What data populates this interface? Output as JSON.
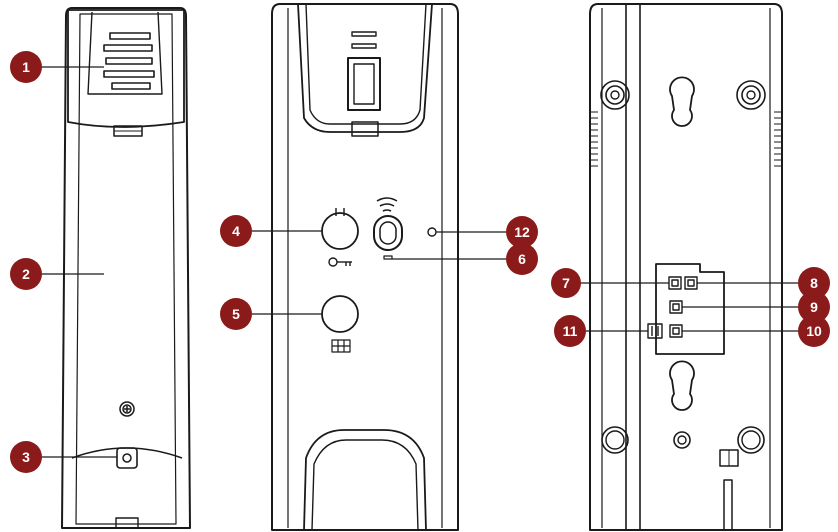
{
  "colors": {
    "callout_fill": "#8b1a1a",
    "callout_text": "#ffffff",
    "outline": "#1a1a1a",
    "background": "#ffffff"
  },
  "callouts": [
    {
      "id": "1",
      "label": "1"
    },
    {
      "id": "2",
      "label": "2"
    },
    {
      "id": "3",
      "label": "3"
    },
    {
      "id": "4",
      "label": "4"
    },
    {
      "id": "5",
      "label": "5"
    },
    {
      "id": "6",
      "label": "6"
    },
    {
      "id": "7",
      "label": "7"
    },
    {
      "id": "8",
      "label": "8"
    },
    {
      "id": "9",
      "label": "9"
    },
    {
      "id": "10",
      "label": "10"
    },
    {
      "id": "11",
      "label": "11"
    },
    {
      "id": "12",
      "label": "12"
    }
  ],
  "icons": {
    "key": "key-icon",
    "wireless": "wireless-icon",
    "door": "door-icon",
    "screw": "screw-icon"
  }
}
